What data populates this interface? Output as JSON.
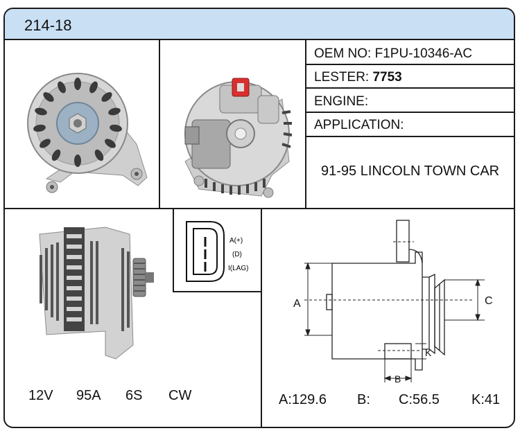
{
  "header": {
    "part_number": "214-18"
  },
  "info": {
    "oem_label": "OEM NO:",
    "oem_value": "F1PU-10346-AC",
    "lester_label": "LESTER:",
    "lester_value": "7753",
    "engine_label": "ENGINE:",
    "engine_value": "",
    "application_label": "APPLICATION:",
    "application_value": "91-95 LINCOLN TOWN CAR"
  },
  "connector": {
    "pin1": "A(+)",
    "pin2": "(D)",
    "pin3": "I(LAG)"
  },
  "specs": {
    "voltage": "12V",
    "amperage": "95A",
    "pulley": "6S",
    "rotation": "CW"
  },
  "dimensions": {
    "label_a": "A",
    "label_b": "B",
    "label_c": "C",
    "label_k": "K",
    "a": "A:129.6",
    "b": "B:",
    "c": "C:56.5",
    "k": "K:41"
  }
}
